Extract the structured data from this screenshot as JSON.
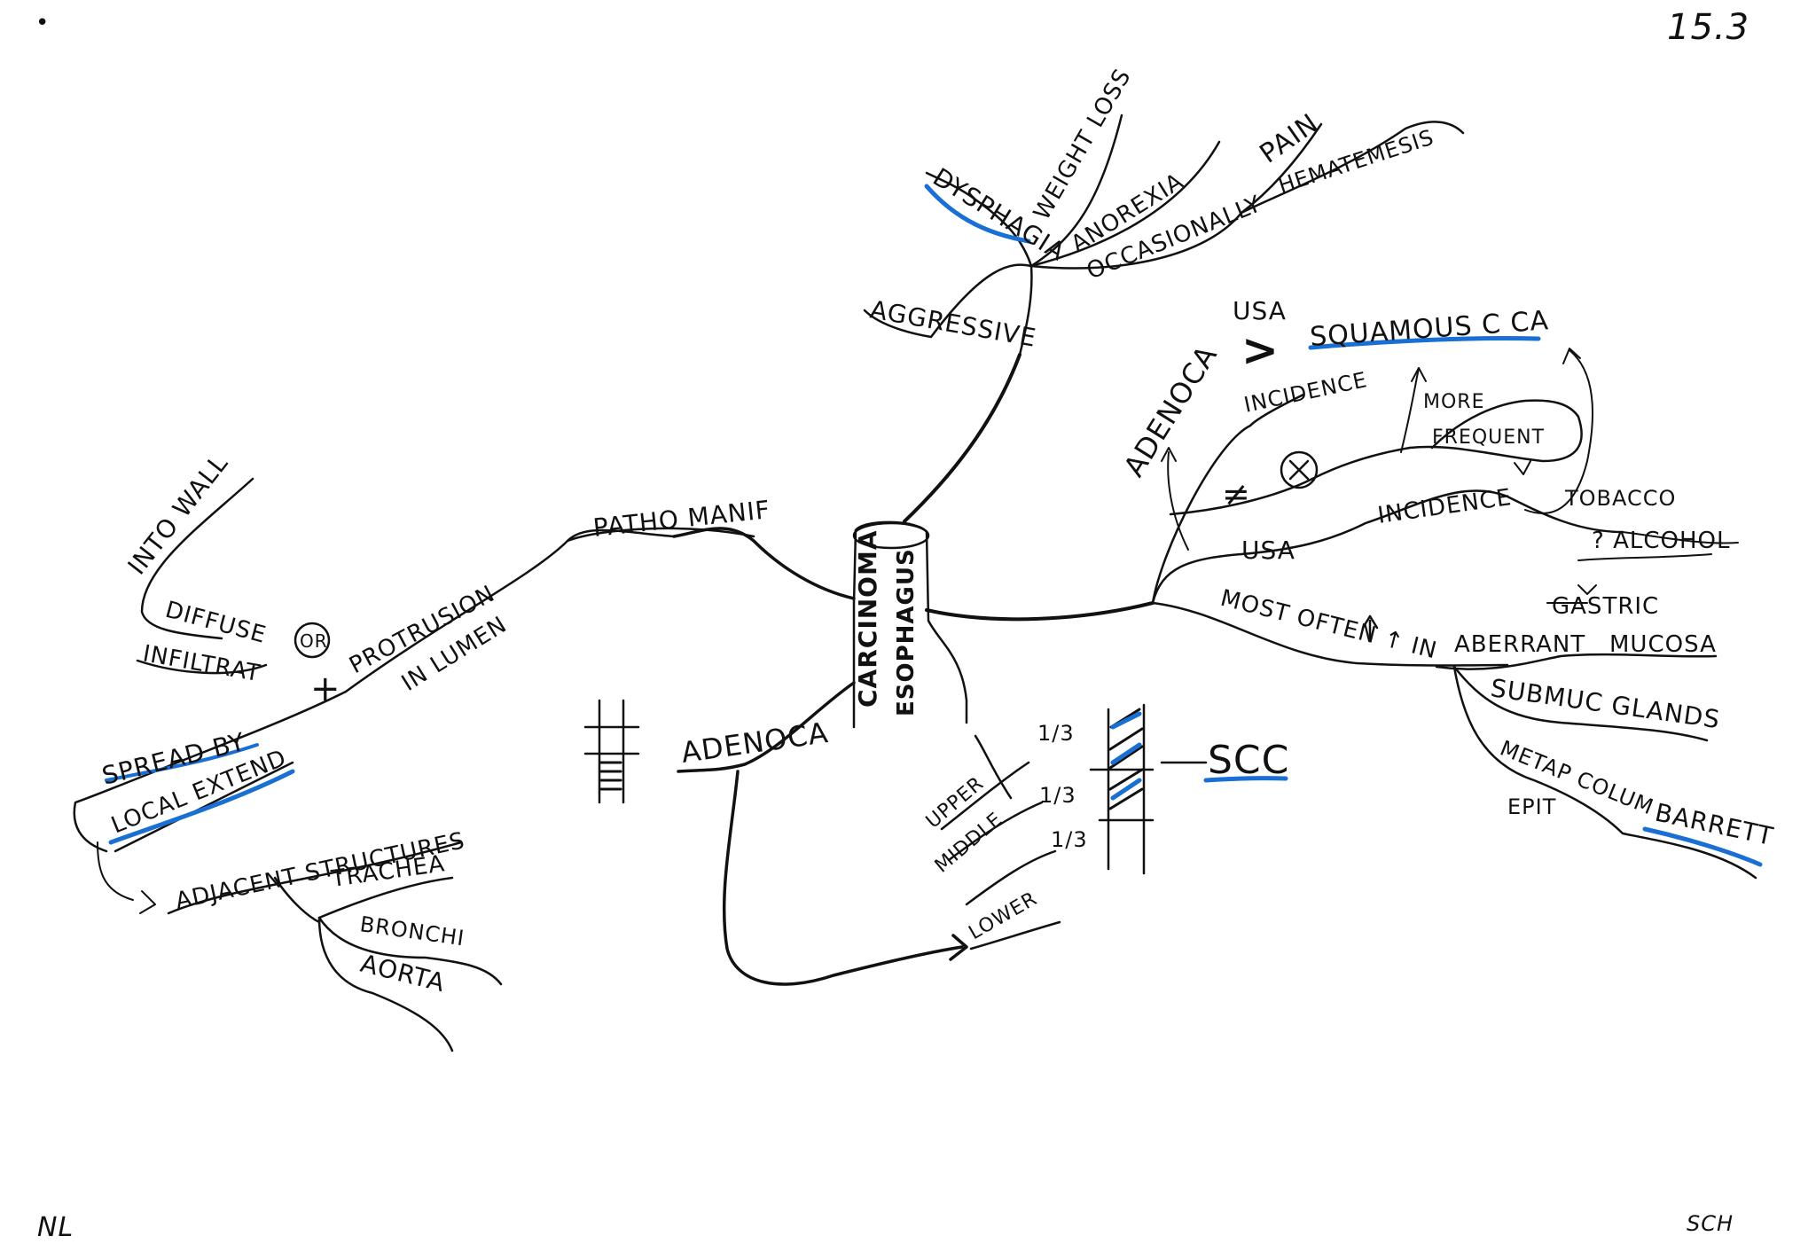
{
  "page": {
    "number": "15.3",
    "initials_left": "NL",
    "initials_right": "SCH",
    "dot": "•"
  },
  "center": {
    "line1": "CARCINOMA",
    "line2": "ESOPHAGUS"
  },
  "symptoms": {
    "aggressive": "AGGRESSIVE",
    "dysphagia": "DYSPHAGIA",
    "weight_loss": "WEIGHT LOSS",
    "anorexia": "ANOREXIA",
    "occasionally": "OCCASIONALLY",
    "pain": "PAIN",
    "hematemesis": "HEMATEMESIS"
  },
  "epidemiology": {
    "usa_top": "USA",
    "adenoca": "ADENOCA",
    "greater": ">",
    "squamous": "SQUAMOUS C CA",
    "incidence_top": "INCIDENCE",
    "more_frequent_1": "MORE",
    "more_frequent_2": "FREQUENT",
    "not_equal": "≠",
    "usa_bottom": "USA",
    "incidence_bottom": "INCIDENCE",
    "tobacco": "TOBACCO",
    "alcohol": "? ALCOHOL"
  },
  "origin": {
    "most_often": "MOST OFTEN ↑ IN",
    "aberrant": "ABERRANT",
    "gastric": "GASTRIC",
    "mucosa": "MUCOSA",
    "submuc": "SUBMUC GLANDS",
    "metap": "METAP COLUM",
    "epit": "EPIT",
    "barrett": "BARRETT"
  },
  "location": {
    "upper": "UPPER",
    "middle": "MIDDLE",
    "lower": "LOWER",
    "third": "1/3",
    "scc": "SCC",
    "adenoca": "ADENOCA"
  },
  "pathology": {
    "patho": "PATHO MANIF",
    "into_wall": "INTO WALL",
    "diffuse": "DIFFUSE",
    "or": "OR",
    "infiltrat": "INFILTRAT",
    "protrusion": "PROTRUSION",
    "in_lumen": "IN LUMEN",
    "plus": "+",
    "spread_by": "SPREAD BY",
    "local_extend": "LOCAL EXTEND",
    "adjacent": "ADJACENT STRUCTURES",
    "trachea": "TRACHEA",
    "bronchi": "BRONCHI",
    "aorta": "AORTA"
  },
  "colors": {
    "ink": "#111111",
    "highlight": "#1a6fd4",
    "background": "#ffffff"
  }
}
